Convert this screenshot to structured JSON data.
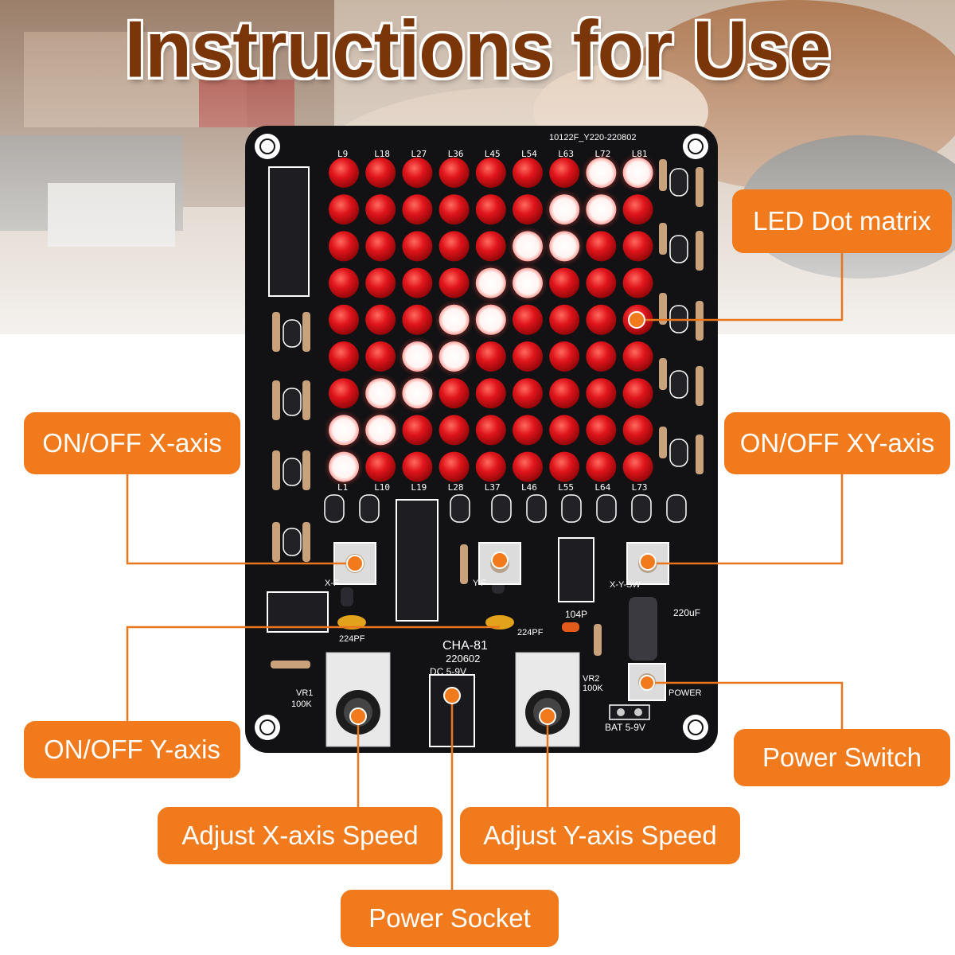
{
  "title": "Instructions for Use",
  "colors": {
    "label_bg": "#f07a1c",
    "title_color": "#7a3508",
    "led_red": "#e0151b",
    "led_lit": "#ffffff",
    "pcb": "#121214",
    "leader_line": "#e8761f"
  },
  "labels": {
    "led_matrix": "LED Dot matrix",
    "xaxis_switch": "ON/OFF X-axis",
    "xyaxis_switch": "ON/OFF XY-axis",
    "yaxis_switch": "ON/OFF Y-axis",
    "power_switch": "Power Switch",
    "x_speed": "Adjust X-axis Speed",
    "y_speed": "Adjust Y-axis Speed",
    "power_socket": "Power Socket"
  },
  "board": {
    "serial": "10122F_Y220-220802",
    "model": "CHA-81",
    "date_code": "220602",
    "dc_label": "DC 5-9V",
    "bat_label": "BAT 5-9V",
    "power_label": "POWER",
    "cap_c1": "220uF",
    "cap_c6": "104P",
    "cap_c2": "224PF",
    "cap_c4": "224PF",
    "vr1": "VR1",
    "vr2": "VR2",
    "vr_value": "100K",
    "button_x": "X-F",
    "button_y": "Y-F",
    "button_xy": "X-Y-SW",
    "column_labels": [
      "L9",
      "L18",
      "L27",
      "L36",
      "L45",
      "L54",
      "L63",
      "L72",
      "L81"
    ],
    "bottom_labels": [
      "L1",
      "L10",
      "L19",
      "L28",
      "L37",
      "L46",
      "L55",
      "L64",
      "L73"
    ],
    "lit_leds": [
      [
        0,
        7
      ],
      [
        0,
        8
      ],
      [
        1,
        6
      ],
      [
        1,
        7
      ],
      [
        2,
        5
      ],
      [
        2,
        6
      ],
      [
        3,
        4
      ],
      [
        3,
        5
      ],
      [
        4,
        3
      ],
      [
        4,
        4
      ],
      [
        5,
        2
      ],
      [
        5,
        3
      ],
      [
        6,
        1
      ],
      [
        6,
        2
      ],
      [
        7,
        0
      ],
      [
        7,
        1
      ],
      [
        8,
        0
      ]
    ]
  }
}
